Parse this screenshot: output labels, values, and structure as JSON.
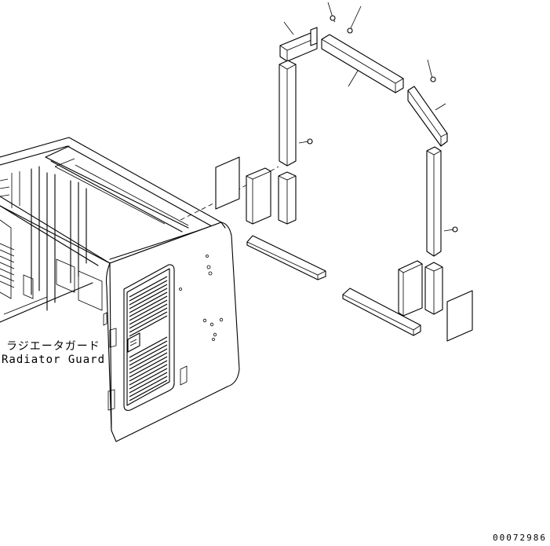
{
  "labels": {
    "part_name_jp": "ラジエータガード",
    "part_name_en": "Radiator Guard"
  },
  "document_number": "00072986"
}
